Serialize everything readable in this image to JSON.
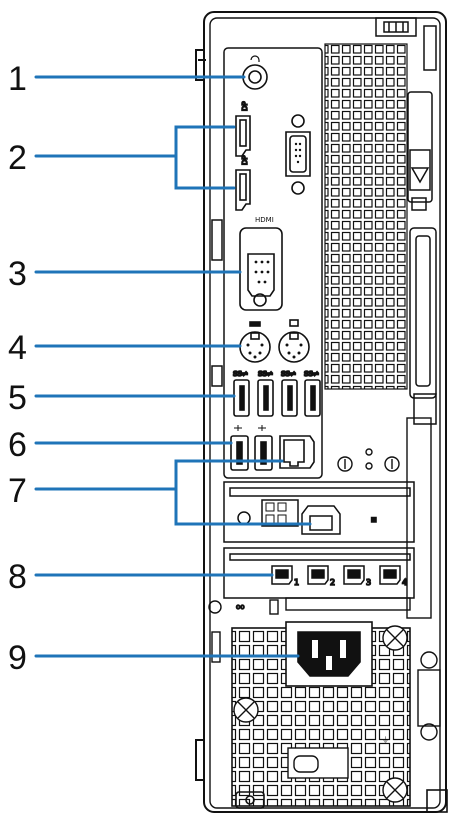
{
  "figure": {
    "colors": {
      "callout": "#1f74b8",
      "line": "#111111",
      "paper": "#ffffff"
    },
    "callouts": [
      {
        "number": "1",
        "target": "audio-jack"
      },
      {
        "number": "2",
        "target": "displayport-ports"
      },
      {
        "number": "3",
        "target": "serial-port-vga"
      },
      {
        "number": "4",
        "target": "ps2-ports"
      },
      {
        "number": "5",
        "target": "usb3-ports"
      },
      {
        "number": "6",
        "target": "usb2-ports"
      },
      {
        "number": "7",
        "target": "ethernet-ports"
      },
      {
        "number": "8",
        "target": "mini-displayport-card"
      },
      {
        "number": "9",
        "target": "power-connector"
      }
    ],
    "port_labels": {
      "hdmi": "HDMI",
      "usb3": [
        "SS⇌",
        "SS⇌",
        "SS⇌",
        "SS⇌"
      ],
      "mdp_index": [
        "1",
        "2",
        "3",
        "4"
      ]
    }
  }
}
